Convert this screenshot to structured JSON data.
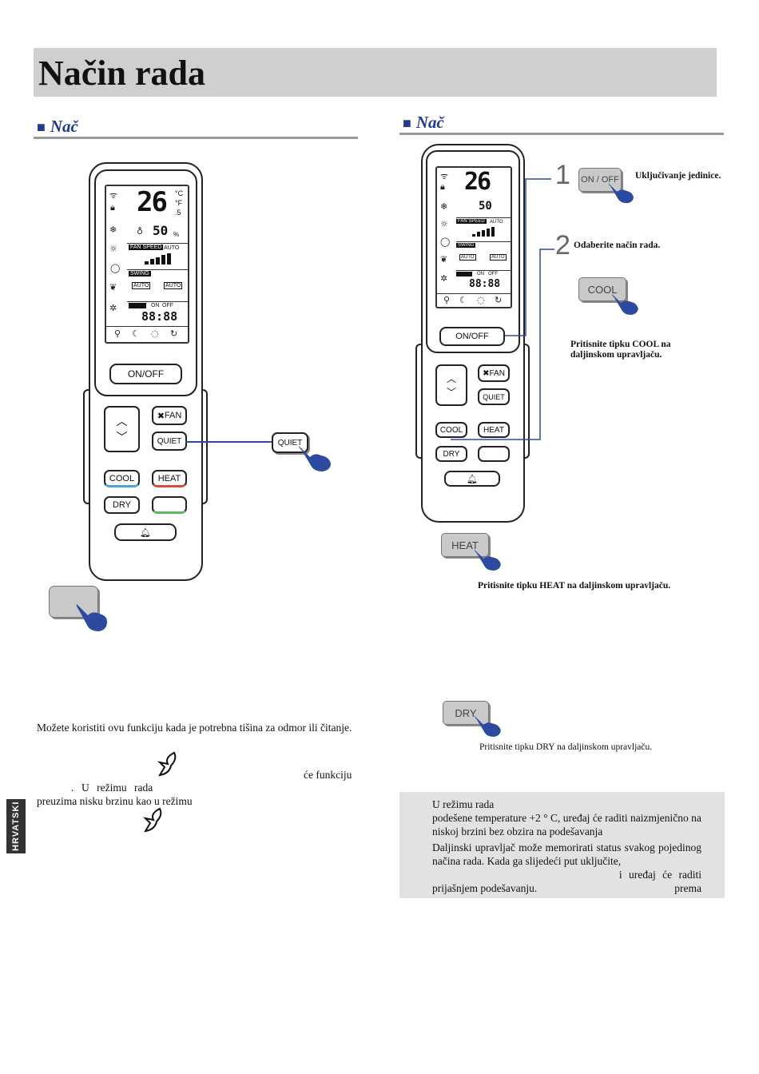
{
  "page": {
    "title": "Način rada",
    "side_tab": "HRVATSKI"
  },
  "left": {
    "heading": "Nač",
    "remote": {
      "temp": "26",
      "temp_unit_c": "°C",
      "temp_unit_f": "°F",
      "temp_decimal": ".5",
      "humidity": "50",
      "humidity_unit": "%",
      "fan_speed_tag": "FAN SPEED",
      "fan_auto": "AUTO",
      "swing_tag": "SWING",
      "swing_auto": "AUTO",
      "timer_on": "ON",
      "timer_off": "OFF",
      "clock": "88:88",
      "buttons": {
        "onoff": "ON/OFF",
        "fan": "FAN",
        "quiet": "QUIET",
        "cool": "COOL",
        "heat": "HEAT",
        "dry": "DRY"
      }
    },
    "callout_quiet": "QUIET",
    "blank_button": "",
    "para1": "Možete koristiti ovu funkciju kada je potrebna tišina za odmor ili čitanje.",
    "frag1": "će funkciju",
    "frag2a": ".",
    "frag2b": "U režimu rada",
    "frag3": "preuzima nisku brzinu kao u režimu"
  },
  "right": {
    "heading": "Nač",
    "remote": {
      "temp": "26",
      "humidity": "50",
      "fan_speed_tag": "FAN SPEED",
      "fan_auto": "AUTO",
      "swing_tag": "SWING",
      "swing_auto": "AUTO",
      "timer_on": "ON",
      "timer_off": "OFF",
      "clock": "88:88",
      "buttons": {
        "onoff": "ON/OFF",
        "fan": "FAN",
        "quiet": "QUIET",
        "cool": "COOL",
        "heat": "HEAT",
        "dry": "DRY"
      }
    },
    "step1_num": "1",
    "step1_btn": "ON / OFF",
    "step1_text": "Uključivanje jedinice.",
    "step2_num": "2",
    "step2_text": "Odaberite način rada.",
    "cool_btn": "COOL",
    "cool_text": "Pritisnite tipku COOL na daljinskom upravljaču.",
    "heat_btn": "HEAT",
    "heat_text": "Pritisnite tipku HEAT na daljinskom upravljaču.",
    "dry_btn": "DRY",
    "dry_text": "Pritisnite tipku DRY na daljinskom upravljaču.",
    "note1a": "U režimu rada",
    "note1b": "podešene temperature +2 ° C, uređaj će raditi naizmjenično na niskoj brzini bez obzira na podešavanja",
    "note2a": "Daljinski upravljač može memorirati status svakog pojedinog načina rada. Kada ga slijedeći put uključite,",
    "note2b": "i uređaj će raditi prema",
    "note2c": "prijašnjem podešavanju."
  },
  "colors": {
    "title_bar": "#cfcfcf",
    "heading": "#1f3a93",
    "hand": "#2c4aa0",
    "note_box": "#e2e2e2"
  }
}
